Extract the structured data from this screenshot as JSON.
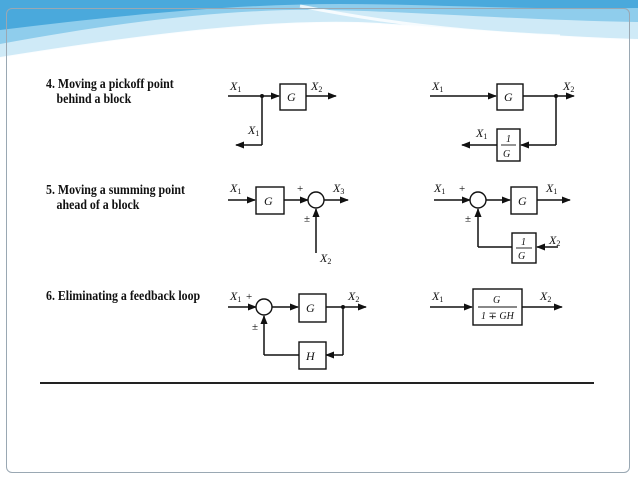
{
  "rows": [
    {
      "number": "4.",
      "line1": "Moving a pickoff point",
      "line2": "behind a block"
    },
    {
      "number": "5.",
      "line1": "Moving a summing point",
      "line2": "ahead of a block"
    },
    {
      "number": "6.",
      "line1": "Eliminating a feedback loop",
      "line2": ""
    }
  ],
  "symbols": {
    "var": "X",
    "sub1": "1",
    "sub2": "2",
    "sub3": "3",
    "G": "G",
    "H": "H",
    "one": "1",
    "plus": "+",
    "plus_minus": "±",
    "closed_loop_denominator": "1 ∓ GH"
  },
  "colors": {
    "frame": "#9aa8b3",
    "wave_light": "#cfeaf7",
    "wave_mid": "#8fcdec",
    "wave_dark": "#4aa9dc",
    "ink": "#111111"
  }
}
